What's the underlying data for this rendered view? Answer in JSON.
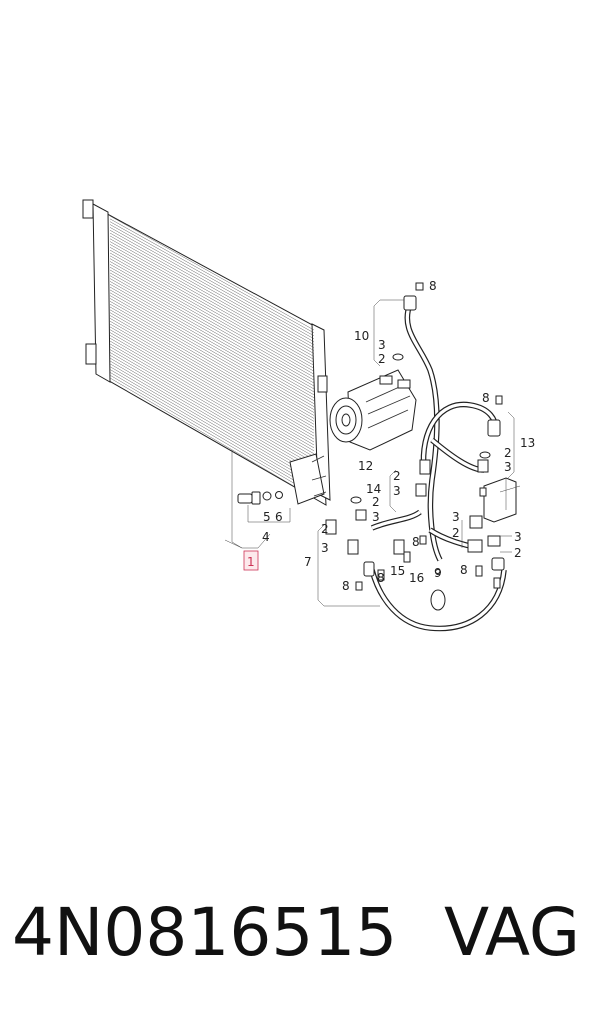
{
  "diagram": {
    "highlighted_callout": "1",
    "callouts": {
      "c1": "1",
      "c2a": "2",
      "c2b": "2",
      "c2c": "2",
      "c2d": "2",
      "c2e": "2",
      "c2f": "2",
      "c2g": "2",
      "c3a": "3",
      "c3b": "3",
      "c3c": "3",
      "c3d": "3",
      "c3e": "3",
      "c3f": "3",
      "c3g": "3",
      "c4": "4",
      "c5": "5",
      "c6": "6",
      "c7": "7",
      "c8a": "8",
      "c8b": "8",
      "c8c": "8",
      "c8d": "8",
      "c8e": "8",
      "c9": "9",
      "c10": "10",
      "c12": "12",
      "c13": "13",
      "c14": "14",
      "c15": "15",
      "c16": "16"
    }
  },
  "footer": {
    "part_number": "4N0816515",
    "manufacturer": "VAG"
  }
}
